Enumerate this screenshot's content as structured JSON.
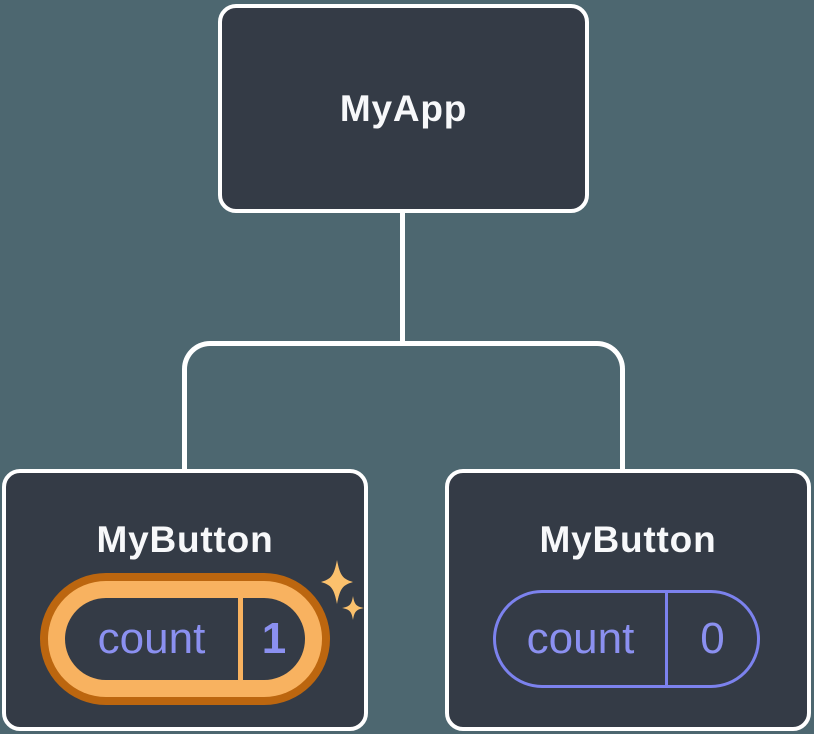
{
  "diagram": {
    "title": "component-tree",
    "background_color": "#4D6770",
    "root_node": {
      "label": "MyApp"
    },
    "child_nodes": [
      {
        "label": "MyButton",
        "state": {
          "name": "count",
          "value": "1"
        },
        "highlighted": true
      },
      {
        "label": "MyButton",
        "state": {
          "name": "count",
          "value": "0"
        },
        "highlighted": false
      }
    ],
    "icons": [
      {
        "name": "sparkles-icon"
      }
    ],
    "colors": {
      "node_fill": "#343B46",
      "node_border": "#FFFFFF",
      "connector": "#FFFFFF",
      "node_title_text": "#F7F8FA",
      "state_text": "#8B90F0",
      "state_pill_border": "#7C82EE",
      "highlight_ring_light": "#F8B260",
      "highlight_ring_dark": "#BC660F",
      "sparkle": "#FBC16D"
    }
  }
}
